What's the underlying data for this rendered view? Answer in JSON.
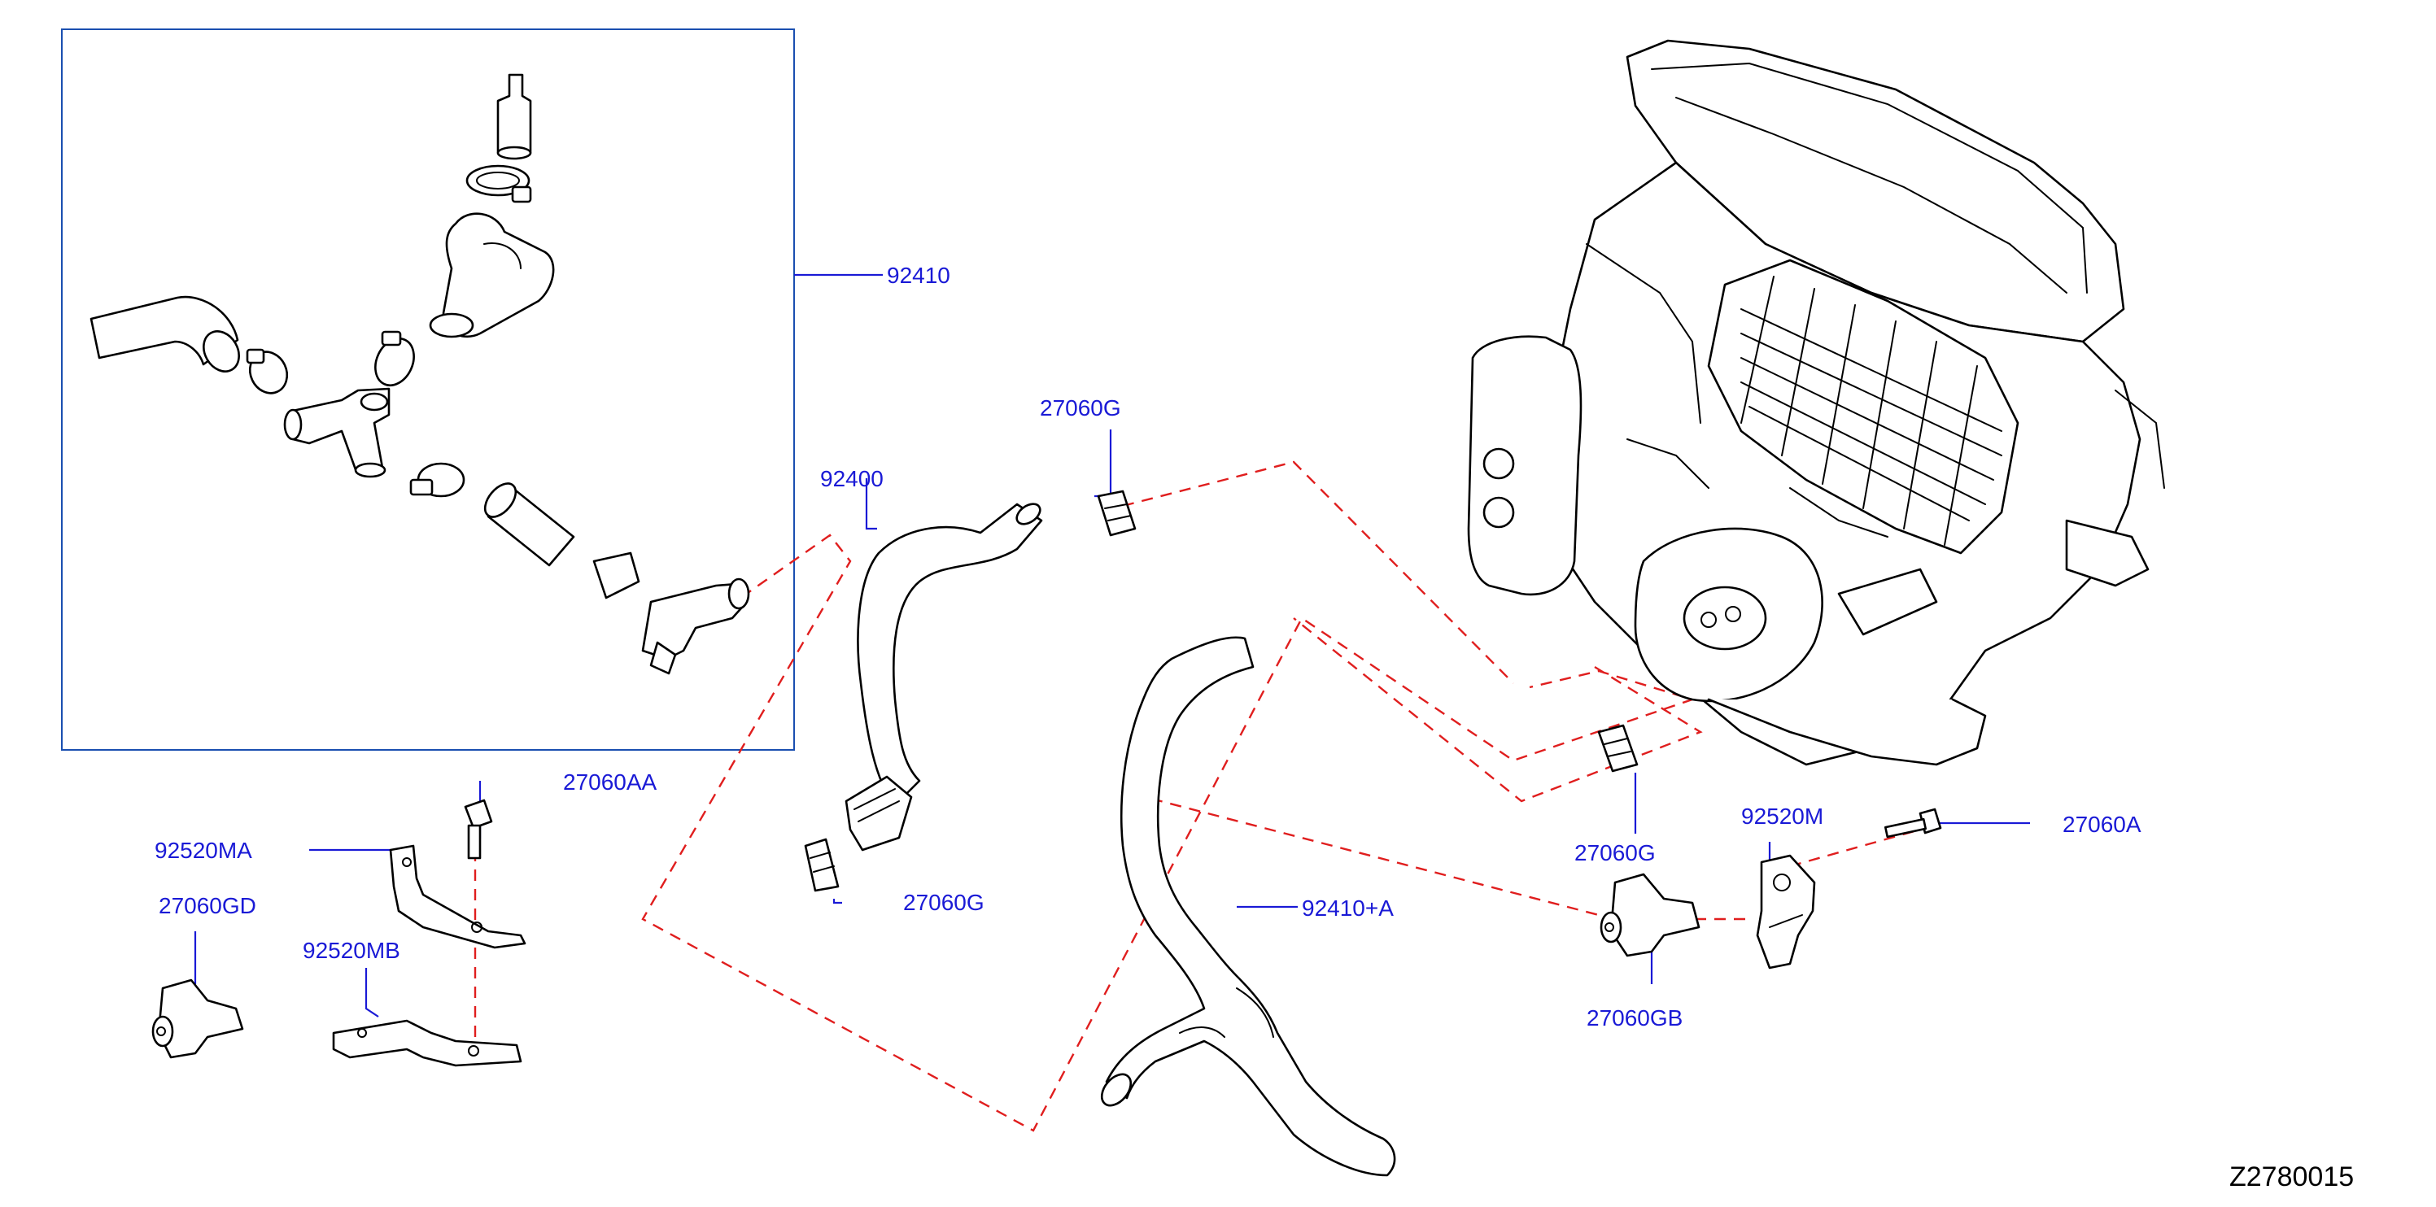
{
  "labels": {
    "p92410": "92410",
    "p27060G_top": "27060G",
    "p92400": "92400",
    "p27060AA": "27060AA",
    "p92520MA": "92520MA",
    "p27060GD": "27060GD",
    "p92520MB": "92520MB",
    "p27060G_mid": "27060G",
    "p92410A": "92410+A",
    "p92520M": "92520M",
    "p27060A": "27060A",
    "p27060G_right": "27060G",
    "p27060GB": "27060GB"
  },
  "diagram_id": "Z2780015",
  "colors": {
    "callout": "#1a1ad6",
    "dashed_line": "#e01e1e",
    "group_box": "#1a4fb0",
    "outline": "#000000"
  }
}
